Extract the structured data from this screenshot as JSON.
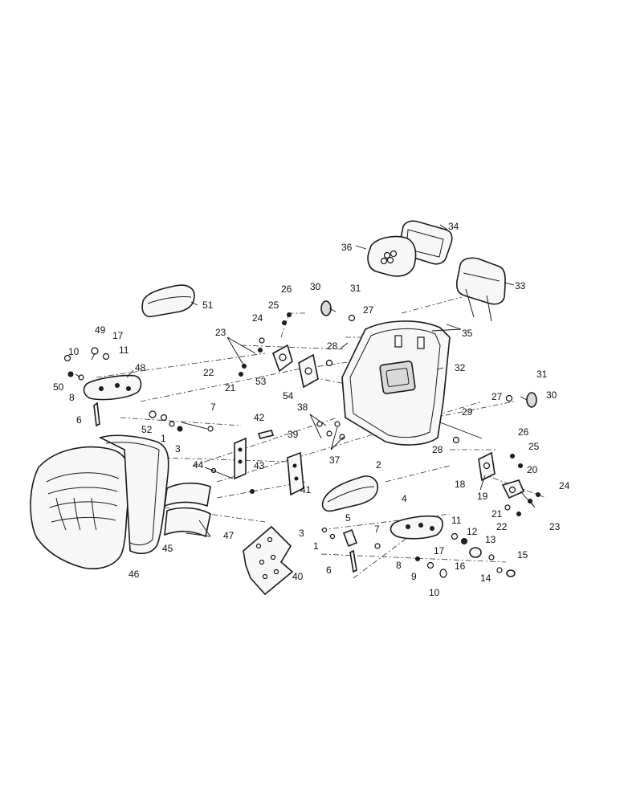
{
  "callouts": {
    "c1a": "1",
    "c1b": "1",
    "c2": "2",
    "c3a": "3",
    "c3b": "3",
    "c4": "4",
    "c5": "5",
    "c6a": "6",
    "c6b": "6",
    "c7a": "7",
    "c7b": "7",
    "c8a": "8",
    "c8b": "8",
    "c9": "9",
    "c10a": "10",
    "c10b": "10",
    "c11a": "11",
    "c11b": "11",
    "c12": "12",
    "c13": "13",
    "c14": "14",
    "c15": "15",
    "c16": "16",
    "c17a": "17",
    "c17b": "17",
    "c18": "18",
    "c19": "19",
    "c20": "20",
    "c21a": "21",
    "c21b": "21",
    "c22a": "22",
    "c22b": "22",
    "c23a": "23",
    "c23b": "23",
    "c24a": "24",
    "c24b": "24",
    "c25a": "25",
    "c25b": "25",
    "c26a": "26",
    "c26b": "26",
    "c27a": "27",
    "c27b": "27",
    "c28a": "28",
    "c28b": "28",
    "c29": "29",
    "c30a": "30",
    "c30b": "30",
    "c31a": "31",
    "c31b": "31",
    "c32": "32",
    "c33": "33",
    "c34": "34",
    "c35": "35",
    "c36": "36",
    "c37": "37",
    "c38": "38",
    "c39": "39",
    "c40": "40",
    "c41": "41",
    "c42": "42",
    "c43": "43",
    "c44": "44",
    "c45": "45",
    "c46": "46",
    "c47": "47",
    "c48": "48",
    "c49": "49",
    "c50": "50",
    "c51": "51",
    "c52": "52",
    "c53": "53",
    "c54": "54"
  }
}
